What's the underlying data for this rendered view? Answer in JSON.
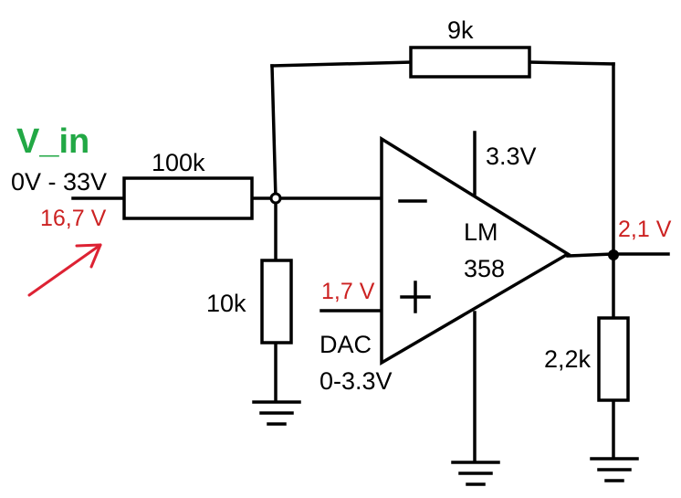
{
  "colors": {
    "wire": "#000000",
    "voltage_annotation": "#cc2222",
    "input_label": "#22a845",
    "arrow": "#dd2233"
  },
  "input": {
    "name": "V_in",
    "range": "0V - 33V",
    "measured": "16,7 V"
  },
  "resistors": {
    "input": "100k",
    "ground": "10k",
    "feedback": "9k",
    "output": "2,2k"
  },
  "opamp": {
    "name_line1": "LM",
    "name_line2": "358",
    "supply": "3.3V",
    "minus_sign": "−",
    "plus_sign": "+"
  },
  "dac": {
    "measured": "1,7 V",
    "name": "DAC",
    "range": "0-3.3V"
  },
  "output": {
    "measured": "2,1 V"
  }
}
